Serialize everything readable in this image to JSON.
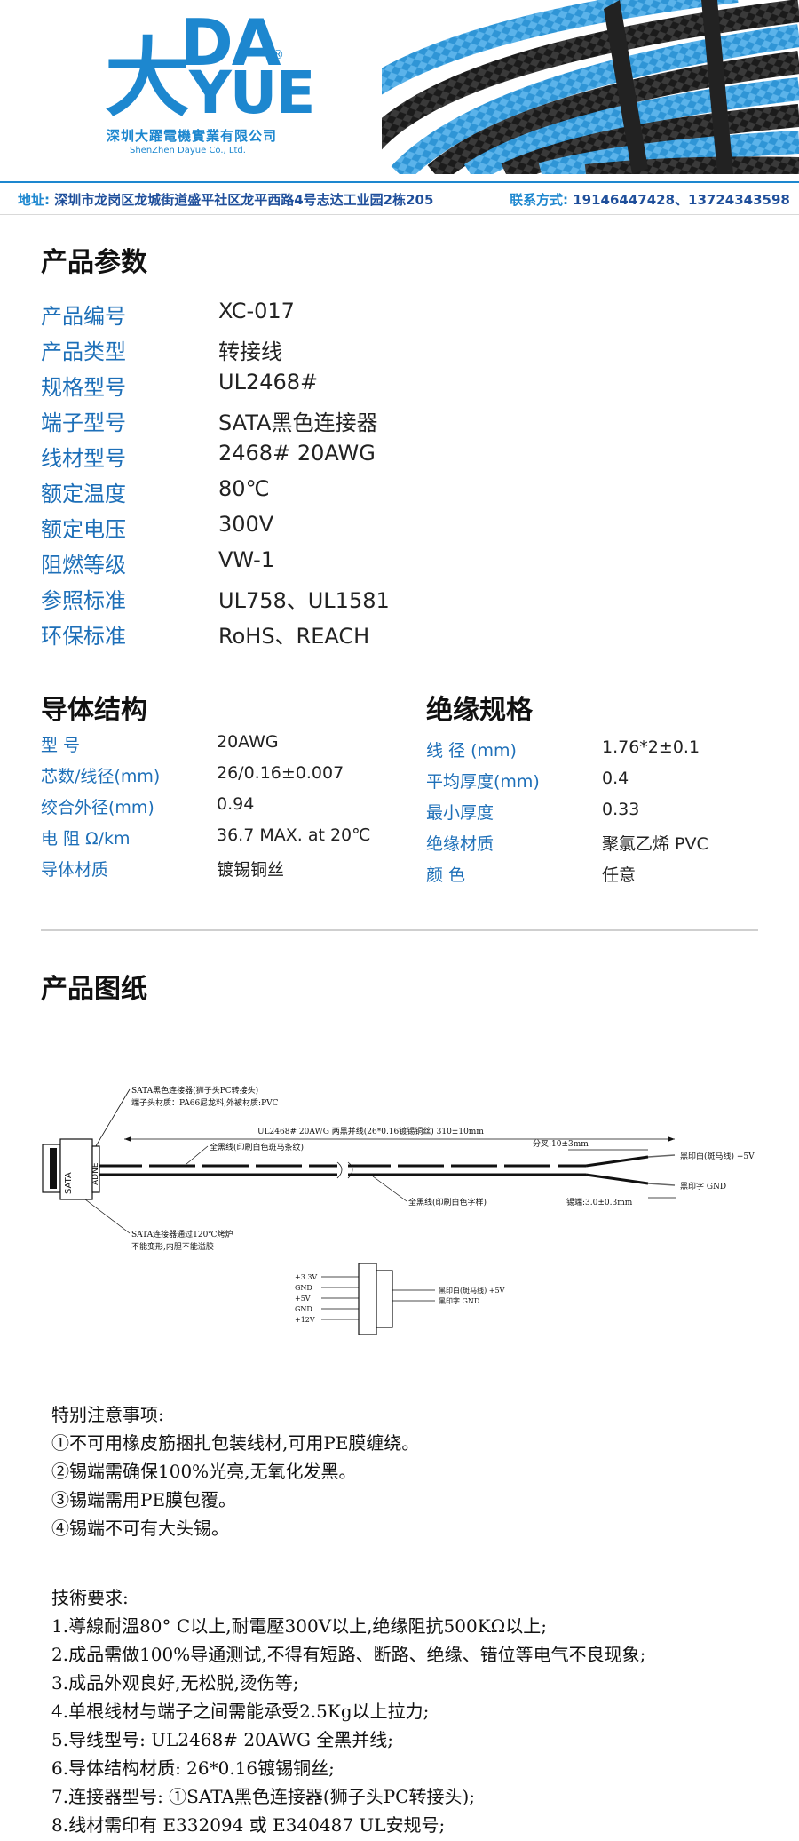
{
  "header": {
    "logo": {
      "line1": "DA",
      "line2": "YUE",
      "big": "大",
      "reg": "®",
      "cn": "深圳大躍電機實業有限公司",
      "en": "ShenZhen Dayue Co., Ltd."
    },
    "address_label": "地址:",
    "address": "深圳市龙岗区龙城街道盛平社区龙平西路4号志达工业园2栋205",
    "contact_label": "联系方式:",
    "phones": "19146447428、13724343598"
  },
  "params": {
    "title": "产品参数",
    "rows": [
      {
        "k": "产品编号",
        "v": "XC-017"
      },
      {
        "k": "产品类型",
        "v": "转接线"
      },
      {
        "k": "规格型号",
        "v": "UL2468#"
      },
      {
        "k": "端子型号",
        "v": "SATA黑色连接器"
      },
      {
        "k": "线材型号",
        "v": "2468# 20AWG"
      },
      {
        "k": "额定温度",
        "v": "80℃"
      },
      {
        "k": "额定电压",
        "v": "300V"
      },
      {
        "k": "阻燃等级",
        "v": "VW-1"
      },
      {
        "k": "参照标准",
        "v": "UL758、UL1581"
      },
      {
        "k": "环保标准",
        "v": "RoHS、REACH"
      }
    ]
  },
  "conductor": {
    "title": "导体结构",
    "rows": [
      {
        "k": "型 号",
        "v": "20AWG"
      },
      {
        "k": "芯数/线径(mm)",
        "v": "26/0.16±0.007"
      },
      {
        "k": "绞合外径(mm)",
        "v": "0.94"
      },
      {
        "k": "电 阻 Ω/km",
        "v": "36.7 MAX. at 20℃"
      },
      {
        "k": "导体材质",
        "v": "镀锡铜丝"
      }
    ]
  },
  "insulation": {
    "title": "绝缘规格",
    "rows": [
      {
        "k": "线 径 (mm)",
        "v": "1.76*2±0.1"
      },
      {
        "k": "平均厚度(mm)",
        "v": "0.4"
      },
      {
        "k": "最小厚度",
        "v": "0.33"
      },
      {
        "k": "绝缘材质",
        "v": "聚氯乙烯 PVC"
      },
      {
        "k": "颜 色",
        "v": "任意"
      }
    ]
  },
  "drawing": {
    "title": "产品图纸",
    "connector_note1": "SATA黑色连接器(狮子头PC转接头)",
    "connector_note2": "端子头材质：PA66尼龙料,外被材质:PVC",
    "cable_spec": "UL2468# 20AWG 两黑并线(26*0.16镀锡铜丝) 310±10mm",
    "split": "分叉:10±3mm",
    "wire1": "全黑线(印刷白色斑马条纹)",
    "wire2": "全黑线(印刷白色字样)",
    "out1": "黑印白(斑马线) +5V",
    "out2": "黑印字 GND",
    "tin": "锡端:3.0±0.3mm",
    "oven1": "SATA连接器通过120℃烤炉",
    "oven2": "不能变形,内胆不能溢胶",
    "connector_text": "SATA",
    "adne": "ADNE",
    "pins": [
      "+3.3V",
      "GND",
      "+5V",
      "GND",
      "+12V"
    ],
    "pin_out1": "黑印白(斑马线) +5V",
    "pin_out2": "黑印字 GND"
  },
  "notes": {
    "special": [
      "特别注意事项:",
      "①不可用橡皮筋捆扎包装线材,可用PE膜缠绕。",
      "②锡端需确保100%光亮,无氧化发黑。",
      "③锡端需用PE膜包覆。",
      "④锡端不可有大头锡。"
    ],
    "tech": [
      "技術要求:",
      "1.導線耐溫80° C以上,耐電壓300V以上,绝缘阻抗500KΩ以上;",
      "2.成品需做100%导通测试,不得有短路、断路、绝缘、错位等电气不良现象;",
      "3.成品外观良好,无松脱,烫伤等;",
      "4.单根线材与端子之间需能承受2.5Kg以上拉力;",
      "5.导线型号: UL2468# 20AWG 全黑并线;",
      "6.导体结构材质: 26*0.16镀锡铜丝;",
      "7.连接器型号: ①SATA黑色连接器(狮子头PC转接头);",
      "8.线材需印有 E332094 或 E340487 UL安规号;"
    ]
  }
}
